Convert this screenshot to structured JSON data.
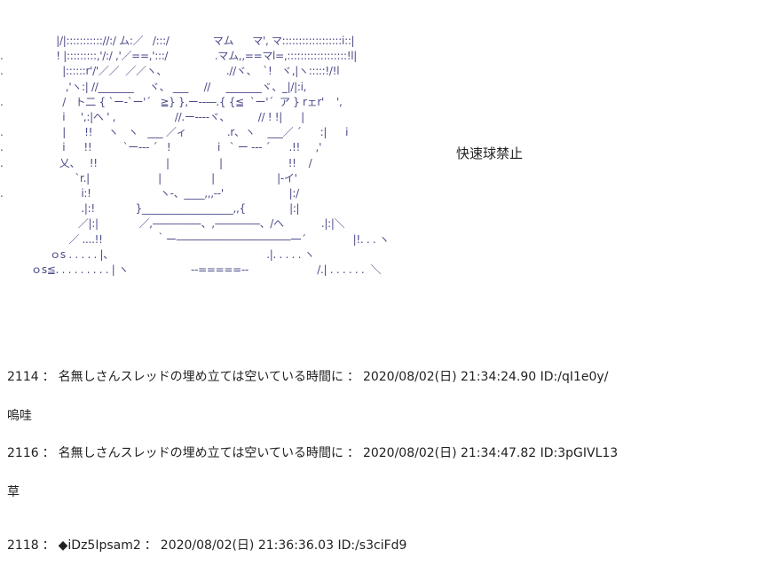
{
  "ascii_art": {
    "lines": [
      "                  |/|::::::::::://:/ ム:／   /:::/              マム      マ', マ::::::::::::::::::i::|",
      ".                 ! |:::::::::,'/:/ ,'／==,':::/               .マム,,==マl=,::::::::::::::::::!l|",
      ".                   |::::::r'/'／／  ／／ヽ、                   .//ヾ、  `!   ヾ,|ヽ:::::!/!l",
      "                     ,'ヽ:| //_______     ヾ、 ___     //     _______ヾ、_|/|:i,",
      ".                   /   ト二 { `ー-`ー'´   ≧} },ー--―.{ {≦  `ー'´  ア } rェr'    ',",
      "                    i     ',:|ヘ ' ,                   //.ー----ヾ、         // ! !|      |",
      ".                   |      !!     ヽ   ヽ   ___ ／ィ             .r、ヽ    ___／ ´      :|      i",
      ".                   i      !!          `ー--- ´   !               i   ` ー --- ´      .!!     ,'",
      ".                  乂、   !!                      |                |                     !!    /",
      "                        `r.|                      |                |                    |-イ'",
      ".                         i:!                      ヽ-、____,,,-‐'                     |:/",
      "                          .|:!             }__________________,,{              |:|",
      "                         ／|:|             ／,-――――-、,-――――、/ヘ            .|:|＼",
      "                      ／ ....!!                 ｀ー―――――――――――一´               |!. . . ヽ",
      "                ｏs . . . . . |、                                                 .|. . . . . ヽ",
      "          ｏs≦. . . . . . . . . | ヽ                    --=====--                      /.| . . . . . .  ＼"
    ]
  },
  "caption": "快速球禁止",
  "posts": [
    {
      "number": "2114",
      "colon": "：",
      "name": "名無しさんスレッドの埋め立ては空いている時間に",
      "date": "2020/08/02(日) 21:34:24.90",
      "id": "ID:/qI1e0y/",
      "body": "嗚哇"
    },
    {
      "number": "2116",
      "colon": "：",
      "name": "名無しさんスレッドの埋め立ては空いている時間に",
      "date": "2020/08/02(日) 21:34:47.82",
      "id": "ID:3pGIVL13",
      "body": "草"
    },
    {
      "number": "2118",
      "colon": "：",
      "name": "◆iDz5Ipsam2",
      "date": "2020/08/02(日) 21:36:36.03",
      "id": "ID:/s3ciFd9",
      "body": ""
    }
  ]
}
